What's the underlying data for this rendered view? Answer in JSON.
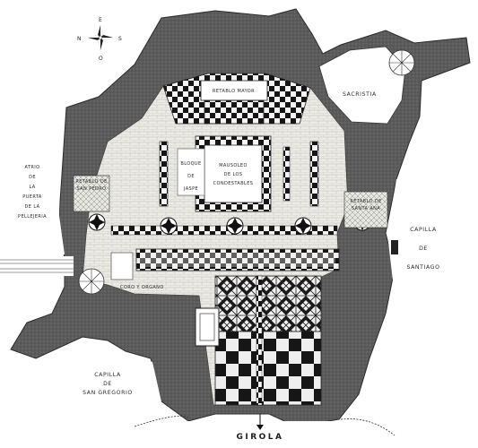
{
  "compass": {
    "n": "N",
    "s": "S",
    "e": "E",
    "o": "O"
  },
  "labels": {
    "retablo_mayor": "RETABLO MAYOR",
    "sacristia": "SACRISTIA",
    "atrio": [
      "ATRIO",
      "DE",
      "LA",
      "PUERTA",
      "DE LA",
      "PELLEJERIA"
    ],
    "retablo_san_pedro": [
      "RETABLO DE",
      "SAN PEDRO"
    ],
    "bloque": [
      "BLOQUE",
      "DE",
      "JASPE"
    ],
    "mausoleo": [
      "MAUSOLEO",
      "DE LOS",
      "CONDESTABLES"
    ],
    "retablo_santa_ana": [
      "RETABLO DE",
      "SANTA ANA"
    ],
    "capilla_santiago": [
      "CAPILLA",
      "DE",
      "SANTIAGO"
    ],
    "coro": "CORO Y ORGANO",
    "capilla_san_gregorio": [
      "CAPILLA",
      "DE",
      "SAN GREGORIO"
    ],
    "girola": "GIROLA"
  }
}
